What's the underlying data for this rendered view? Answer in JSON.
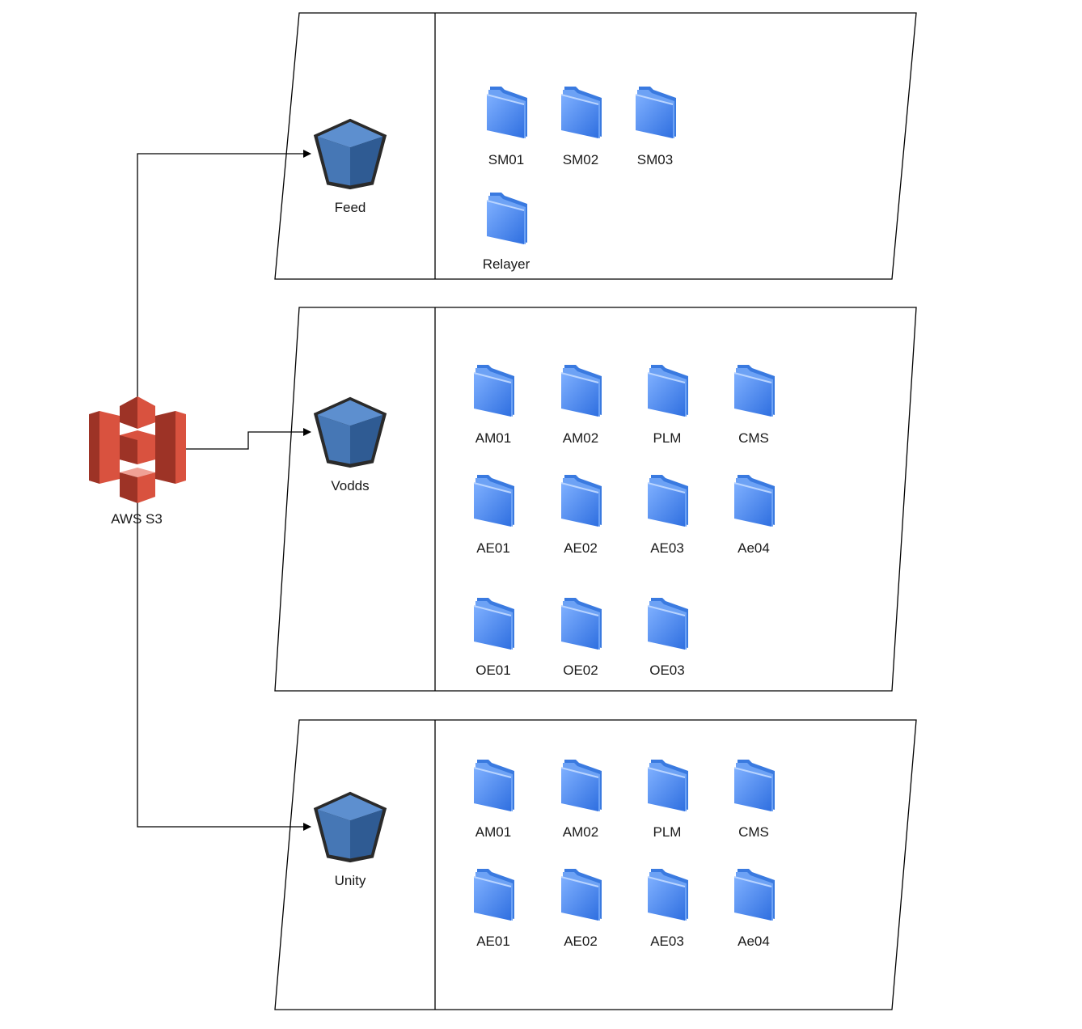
{
  "source": {
    "label": "AWS S3",
    "icon": "aws-s3-icon"
  },
  "buckets": [
    {
      "label": "Feed",
      "icon": "bucket-icon",
      "folders": [
        "SM01",
        "SM02",
        "SM03",
        "Relayer"
      ]
    },
    {
      "label": "Vodds",
      "icon": "bucket-icon",
      "folders": [
        "AM01",
        "AM02",
        "PLM",
        "CMS",
        "AE01",
        "AE02",
        "AE03",
        "Ae04",
        "OE01",
        "OE02",
        "OE03"
      ]
    },
    {
      "label": "Unity",
      "icon": "bucket-icon",
      "folders": [
        "AM01",
        "AM02",
        "PLM",
        "CMS",
        "AE01",
        "AE02",
        "AE03",
        "Ae04"
      ]
    }
  ],
  "colors": {
    "s3_dark": "#9d3326",
    "s3_mid": "#d9523f",
    "s3_light": "#f0a095",
    "bucket_top": "#4f80be",
    "bucket_left": "#5b8fd0",
    "bucket_right": "#2f5b93",
    "folder": "#4b8ff0",
    "line": "#000000"
  }
}
